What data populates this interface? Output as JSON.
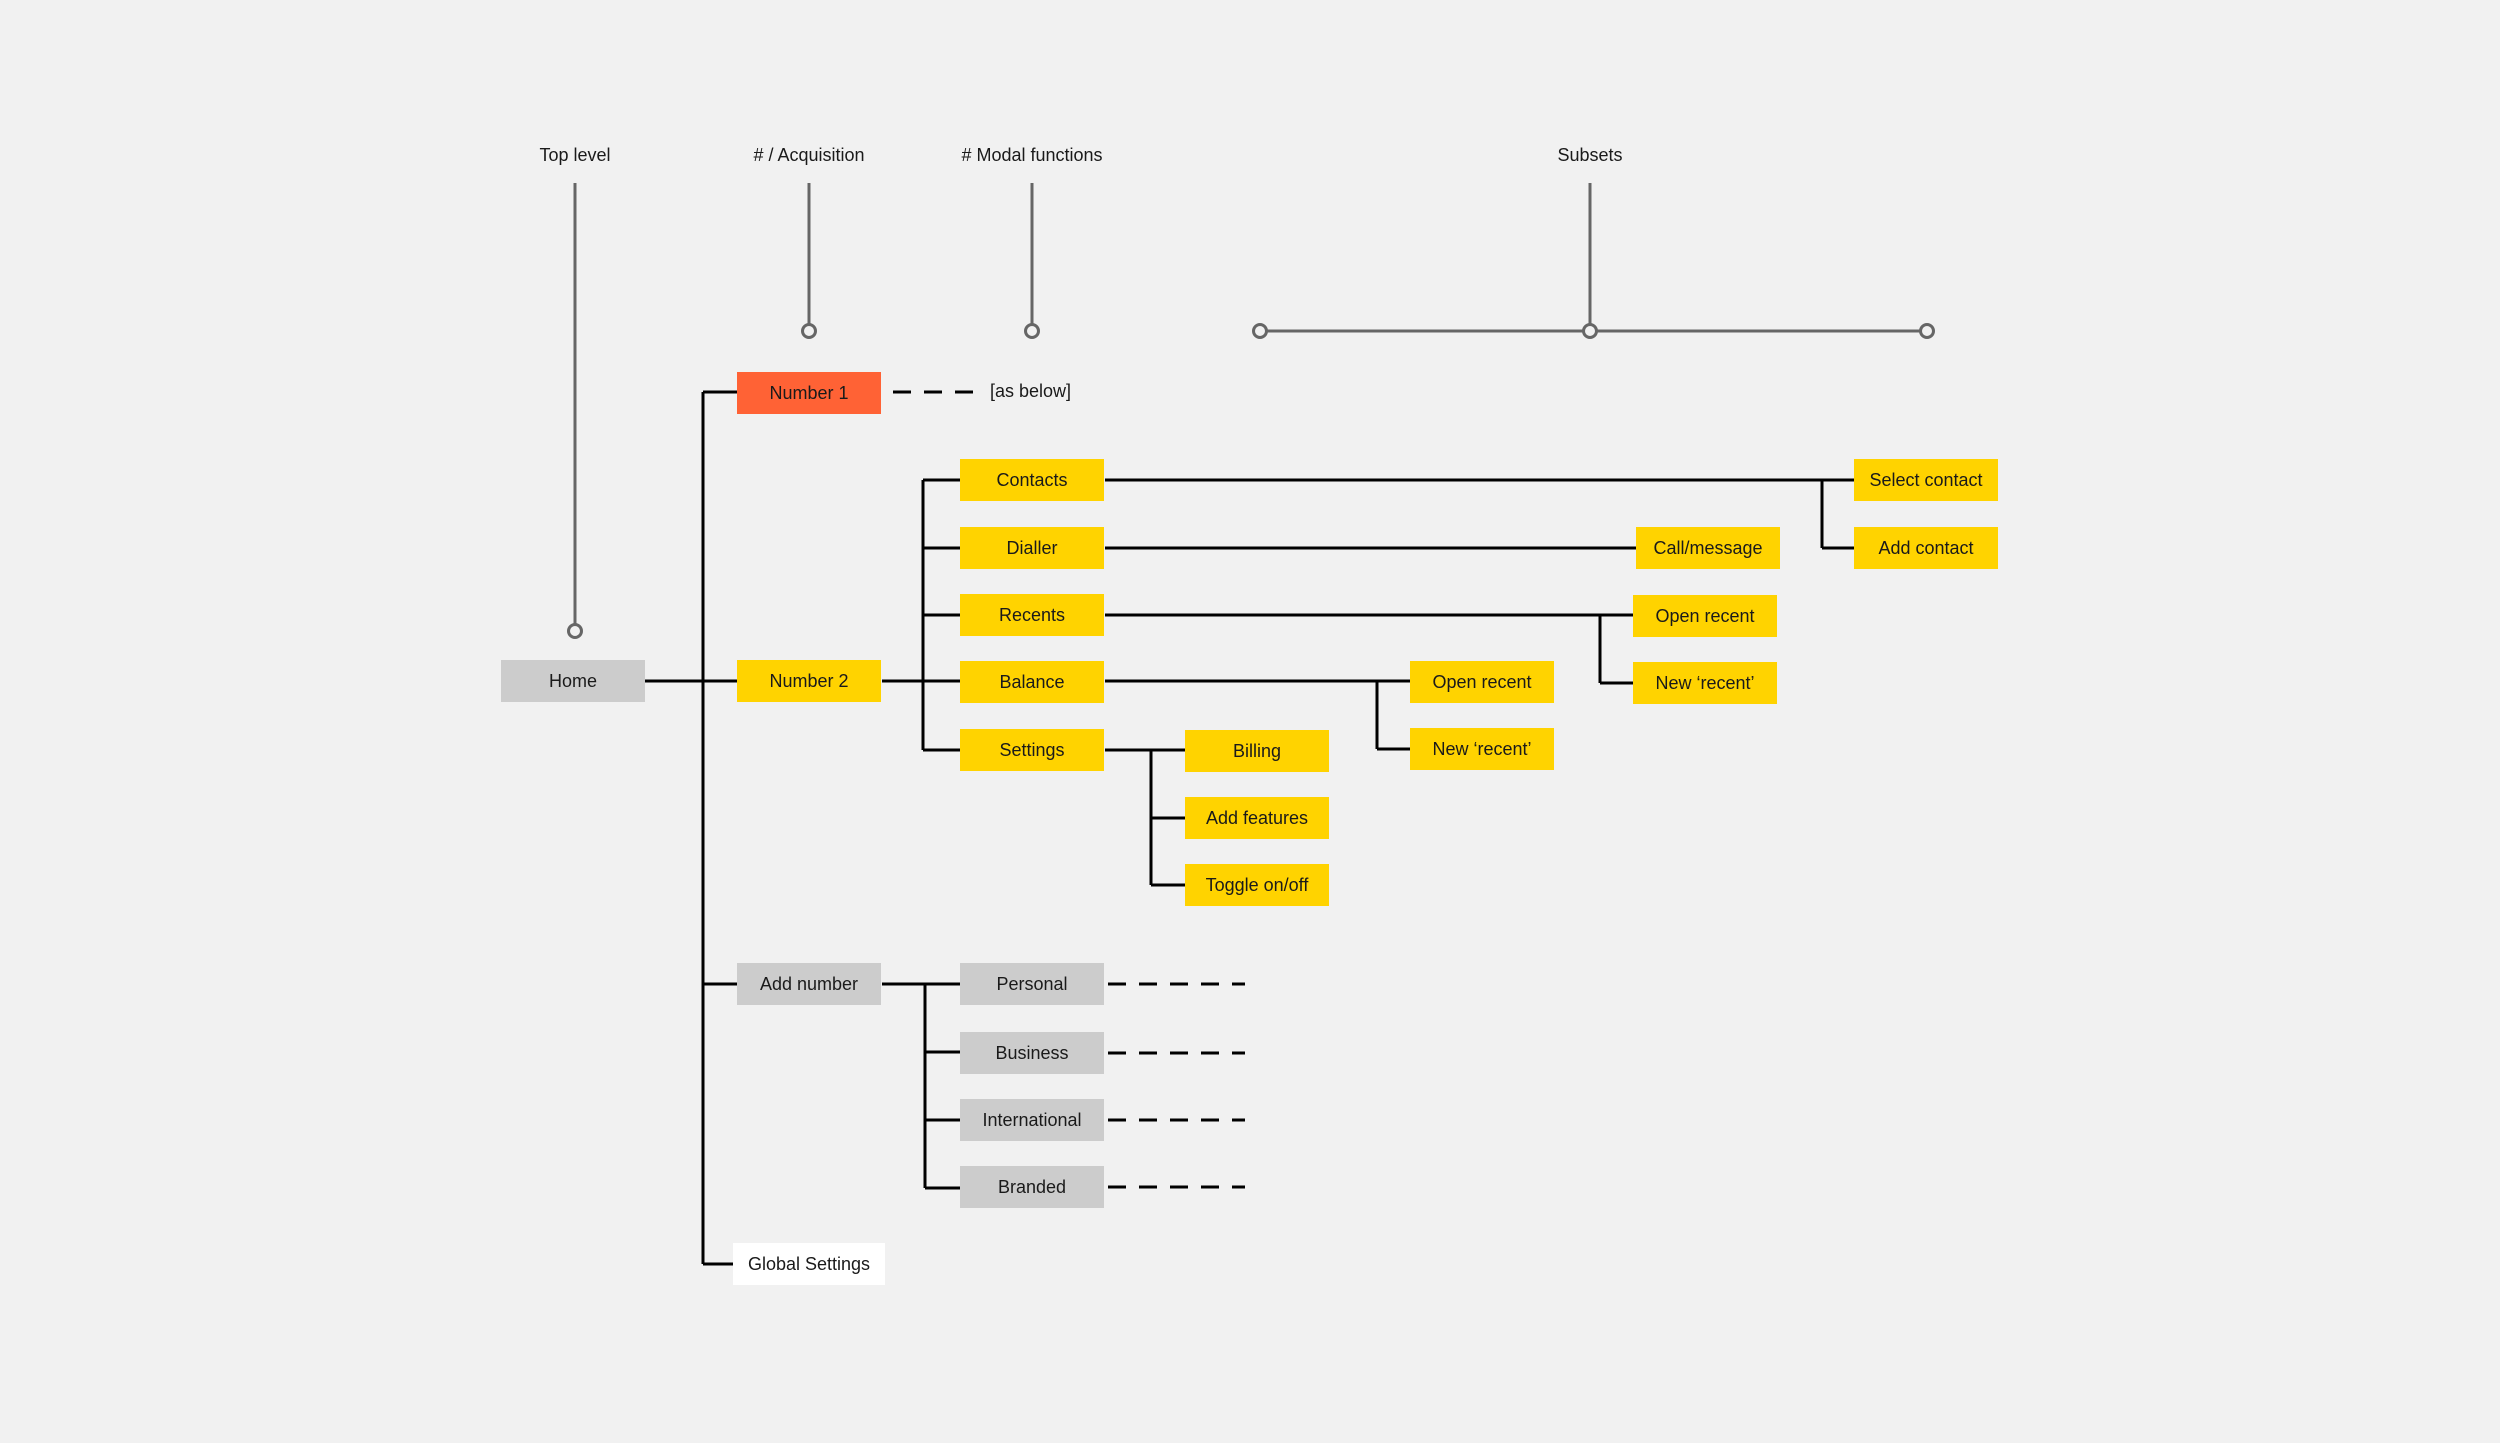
{
  "colors": {
    "background": "#f1f1f1",
    "yellow": "#ffd300",
    "grey": "#cccccc",
    "orange": "#ff6235",
    "white": "#ffffff",
    "line": "#000000",
    "pointer": "#666666"
  },
  "levels": {
    "top_level": "Top level",
    "acquisition": "# / Acquisition",
    "modal_functions": "# Modal functions",
    "subsets": "Subsets"
  },
  "nodes": {
    "home": "Home",
    "number_1": "Number 1",
    "number_1_note": "[as below]",
    "number_2": "Number 2",
    "add_number": "Add number",
    "global_settings": "Global Settings",
    "contacts": "Contacts",
    "dialler": "Dialler",
    "recents": "Recents",
    "balance": "Balance",
    "settings": "Settings",
    "personal": "Personal",
    "business": "Business",
    "international": "International",
    "branded": "Branded",
    "billing": "Billing",
    "add_features": "Add features",
    "toggle": "Toggle on/off",
    "balance_open_recent": "Open recent",
    "balance_new_recent": "New ‘recent’",
    "recents_open_recent": "Open recent",
    "recents_new_recent": "New ‘recent’",
    "call_message": "Call/message",
    "select_contact": "Select contact",
    "add_contact": "Add contact"
  }
}
